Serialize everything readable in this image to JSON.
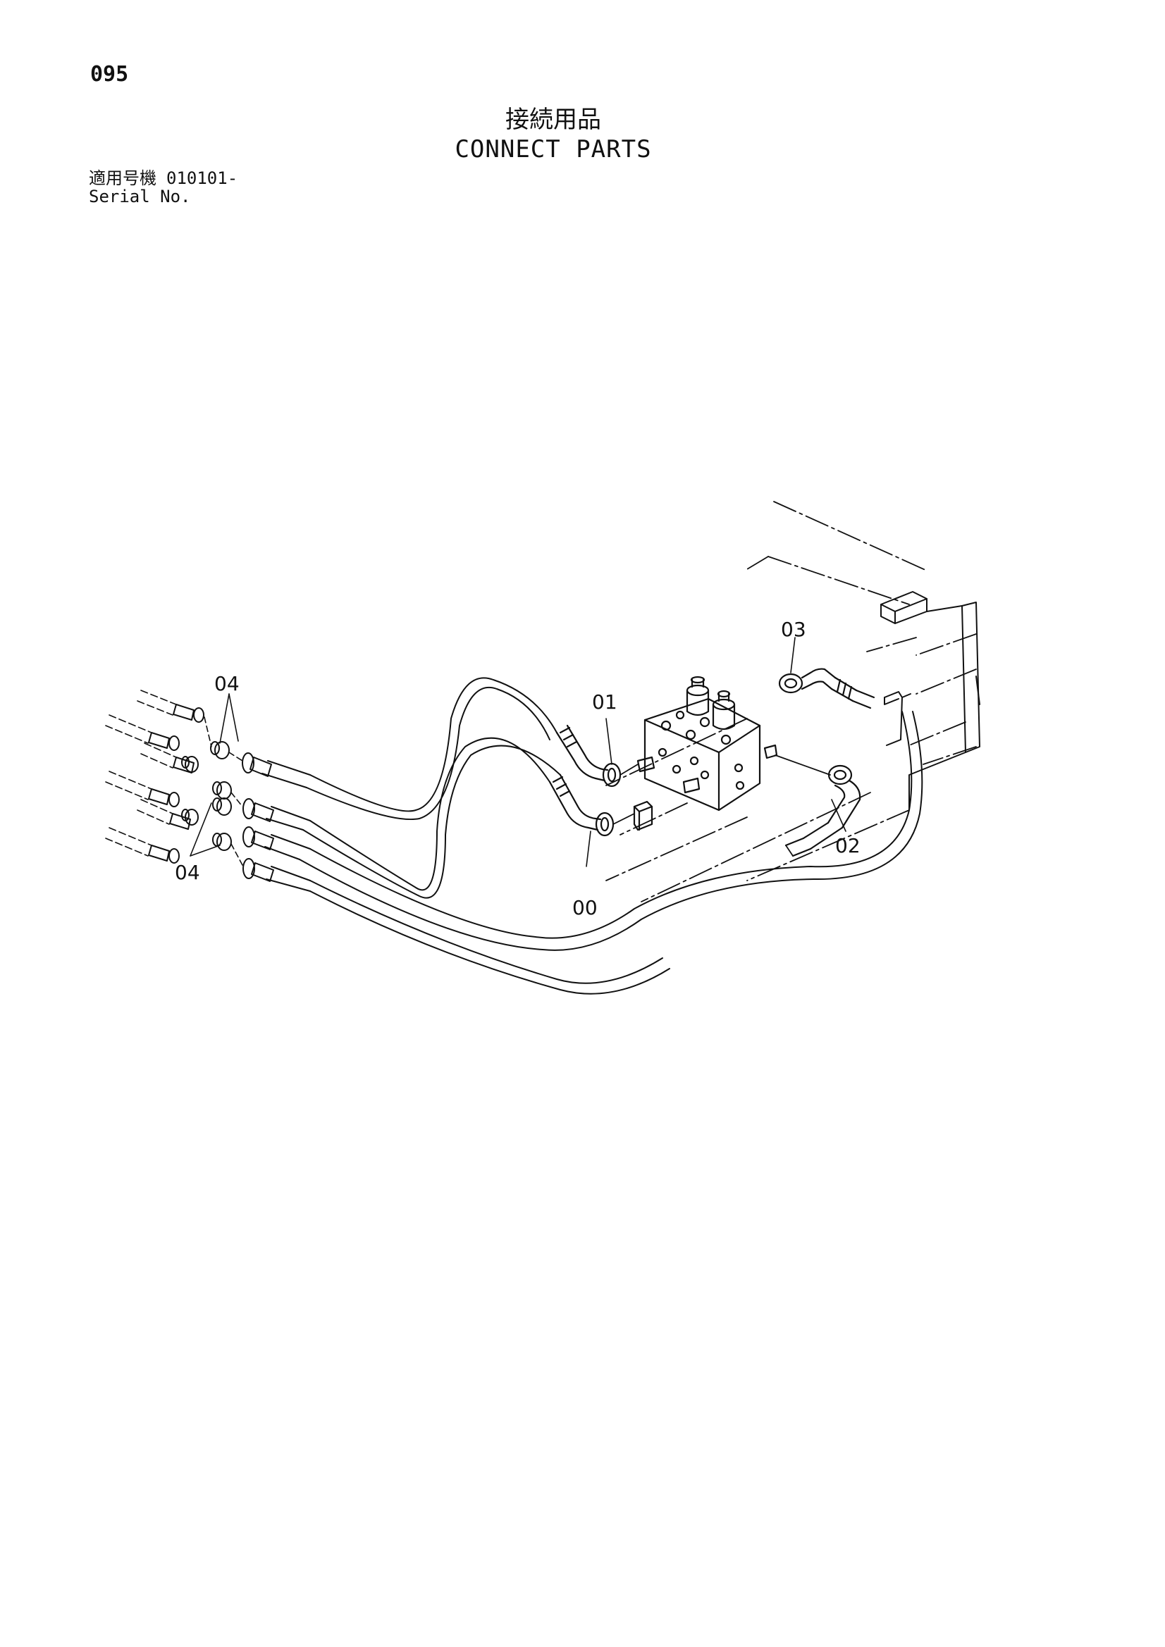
{
  "page": {
    "number": "095",
    "title_jp": "接続用品",
    "title_en": "CONNECT PARTS"
  },
  "serial": {
    "label_jp": "適用号機",
    "value": "010101-",
    "label_en": "Serial No."
  },
  "callouts": {
    "c00": "00",
    "c01": "01",
    "c02": "02",
    "c03": "03",
    "c04_top": "04",
    "c04_bottom": "04"
  }
}
